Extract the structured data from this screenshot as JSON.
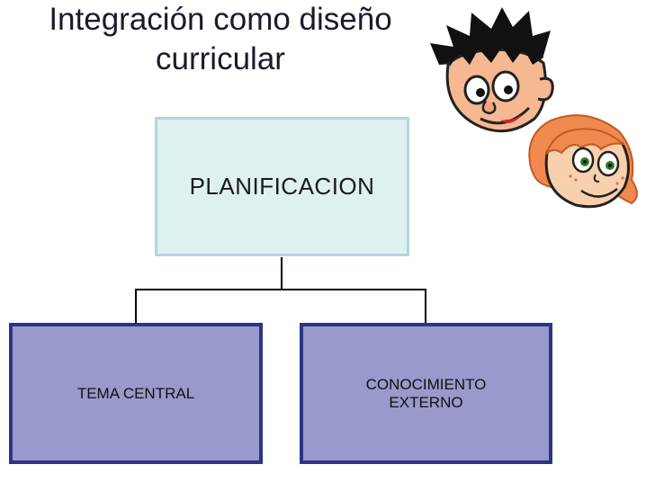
{
  "title": {
    "line1": "Integración como diseño",
    "line2": "curricular"
  },
  "diagram": {
    "root": "PLANIFICACION",
    "children": [
      {
        "label_lines": [
          "TEMA CENTRAL"
        ]
      },
      {
        "label_lines": [
          "CONOCIMIENTO",
          "EXTERNO"
        ]
      }
    ]
  },
  "colors": {
    "root_fill": "#dff0f1",
    "root_border": "#b3d5dc",
    "child_fill": "#9999cc",
    "child_border": "#2b3585"
  },
  "icons": [
    "boy-face-icon",
    "girl-face-icon"
  ]
}
